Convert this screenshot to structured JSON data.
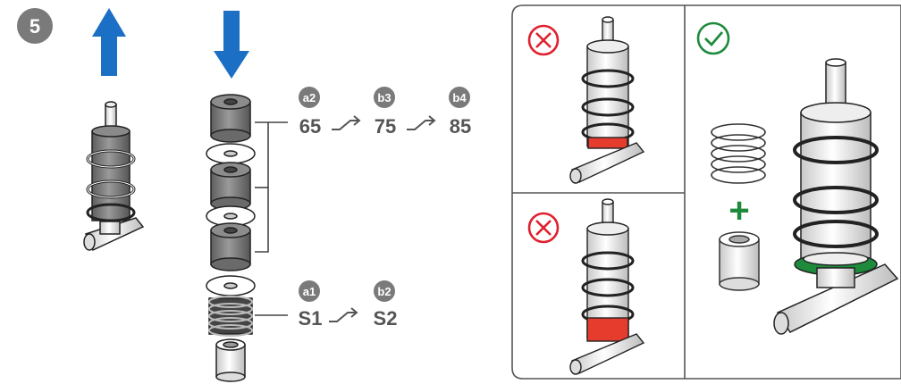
{
  "step": {
    "number": "5"
  },
  "spring_sizes": {
    "options": [
      {
        "badge": "a2",
        "value": "65"
      },
      {
        "badge": "b3",
        "value": "75"
      },
      {
        "badge": "b4",
        "value": "85"
      }
    ]
  },
  "spacer_sizes": {
    "options": [
      {
        "badge": "a1",
        "value": "S1"
      },
      {
        "badge": "b2",
        "value": "S2"
      }
    ]
  },
  "panels": {
    "wrong_top": {
      "icon": "wrong-icon"
    },
    "wrong_bottom": {
      "icon": "wrong-icon"
    },
    "correct": {
      "icon": "correct-icon",
      "plus": "+"
    }
  },
  "colors": {
    "badge": "#7a7a7a",
    "arrow": "#1b6fc4",
    "wrong": "#e0202e",
    "correct": "#1e8a3c",
    "highlight_wrong": "#e63c2e",
    "highlight_correct": "#1e8a3c",
    "part_dark": "#7d7d7d",
    "outline": "#222222"
  }
}
